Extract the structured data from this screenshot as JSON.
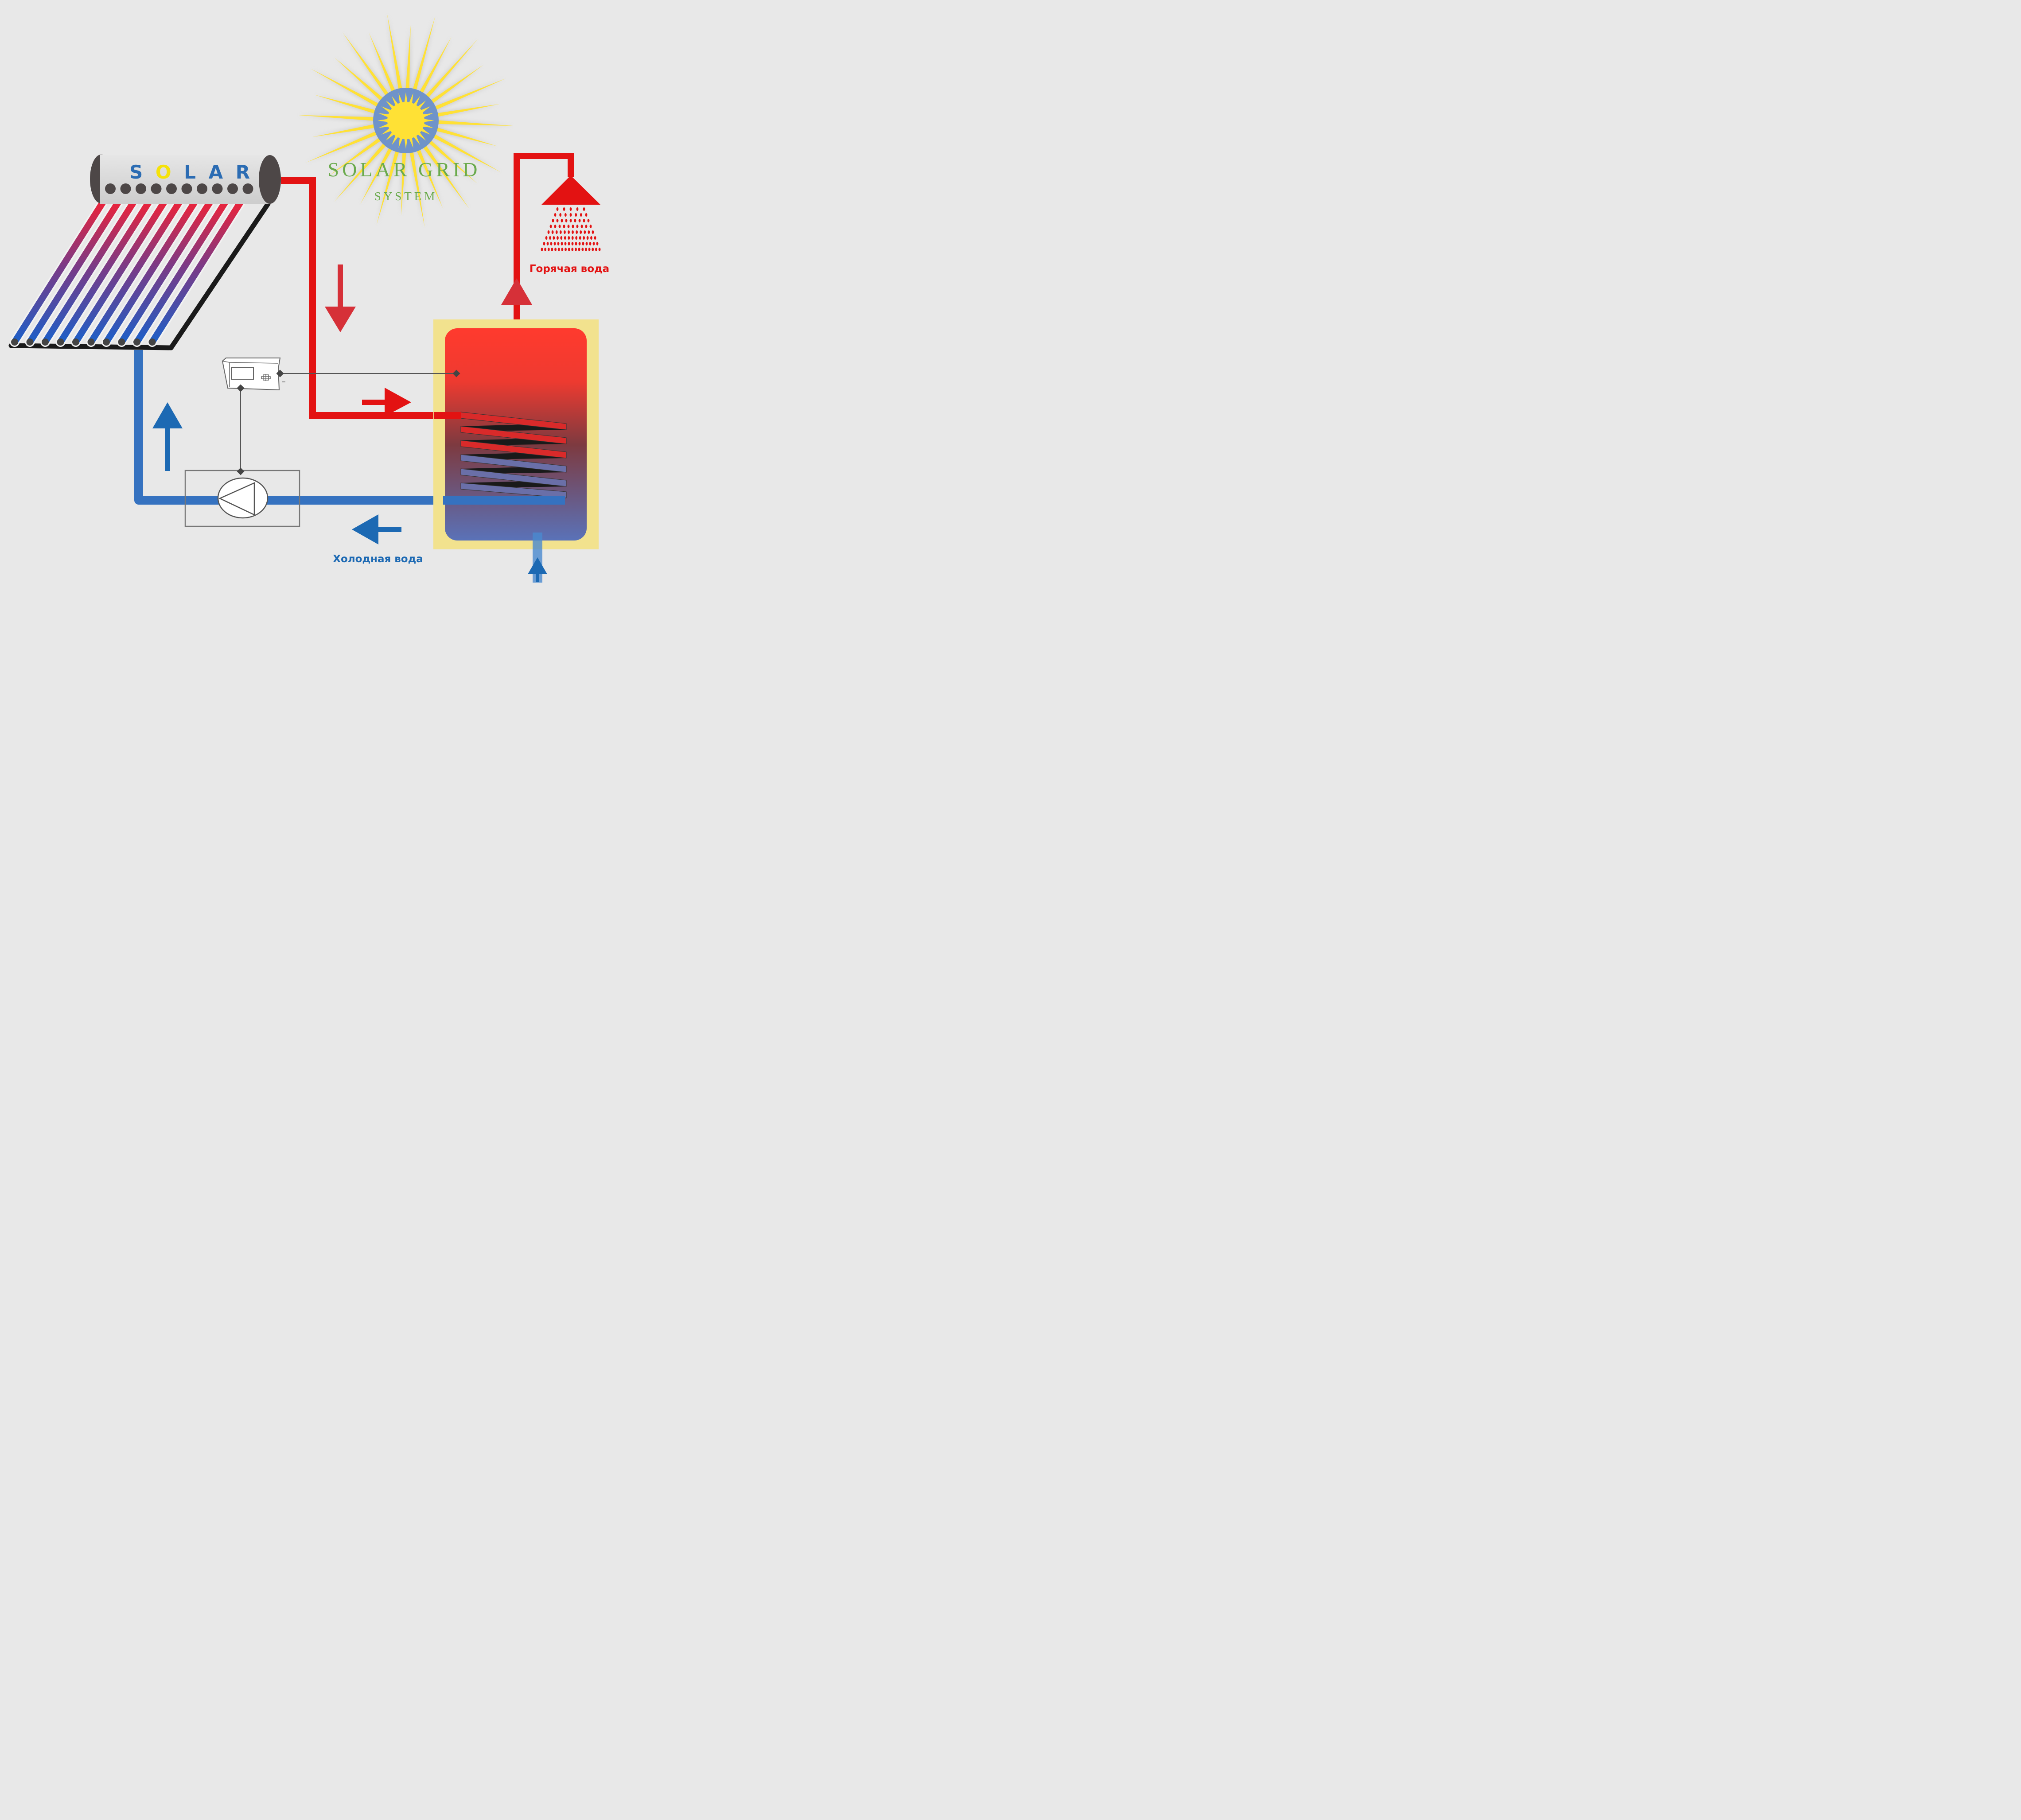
{
  "collector": {
    "tank_label_letters": [
      "S",
      "O",
      "L",
      "A",
      "R"
    ],
    "tube_count": 10
  },
  "logo": {
    "line1": "SOLAR GRID",
    "line2": "SYSTEM"
  },
  "labels": {
    "hot_water": "Горячая вода",
    "cold_water": "Холодная вода"
  },
  "icons": {
    "sun": "sun-icon",
    "shower": "shower-head-icon",
    "pump": "circulation-pump-icon",
    "controller": "controller-icon"
  },
  "colors": {
    "background": "#e8e8e8",
    "hot_pipe": "#e31212",
    "cold_pipe": "#3572c0",
    "arrow_red": "#d63038",
    "arrow_blue": "#1c69b3",
    "sun_yellow": "#ffe135",
    "sun_disc": "#6f93c9",
    "logo_green": "#6aaa4c",
    "tank_insulation": "#f2e28e",
    "tank_hot": "#ff3a2e",
    "tank_cold": "#5a72b8",
    "wire": "#555555",
    "tank_letters": "#2b6cb3",
    "tank_letter_accent": "#f5e20a",
    "hot_label": "#e31212",
    "cold_label": "#1c69b3"
  }
}
